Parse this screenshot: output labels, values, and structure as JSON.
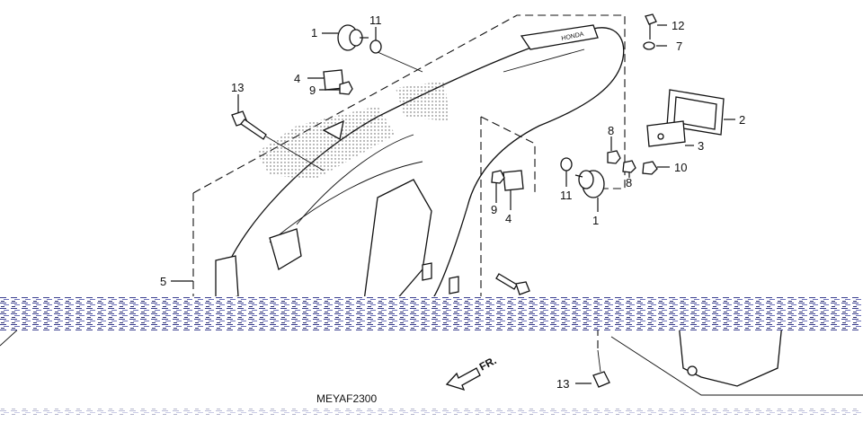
{
  "diagram": {
    "drawing_code": "MEYAF2300",
    "direction_label": "FR.",
    "callouts": [
      {
        "id": "c1a",
        "text": "1"
      },
      {
        "id": "c1b",
        "text": "1"
      },
      {
        "id": "c2",
        "text": "2"
      },
      {
        "id": "c3",
        "text": "3"
      },
      {
        "id": "c4a",
        "text": "4"
      },
      {
        "id": "c4b",
        "text": "4"
      },
      {
        "id": "c5",
        "text": "5"
      },
      {
        "id": "c7",
        "text": "7"
      },
      {
        "id": "c8a",
        "text": "8"
      },
      {
        "id": "c8b",
        "text": "8"
      },
      {
        "id": "c9a",
        "text": "9"
      },
      {
        "id": "c9b",
        "text": "9"
      },
      {
        "id": "c10",
        "text": "10"
      },
      {
        "id": "c11a",
        "text": "11"
      },
      {
        "id": "c11b",
        "text": "11"
      },
      {
        "id": "c12",
        "text": "12"
      },
      {
        "id": "c13a",
        "text": "13"
      },
      {
        "id": "c13b",
        "text": "13"
      }
    ],
    "colors": {
      "line": "#111111",
      "background": "#ffffff",
      "noise_band": "#3b3f8f"
    }
  }
}
